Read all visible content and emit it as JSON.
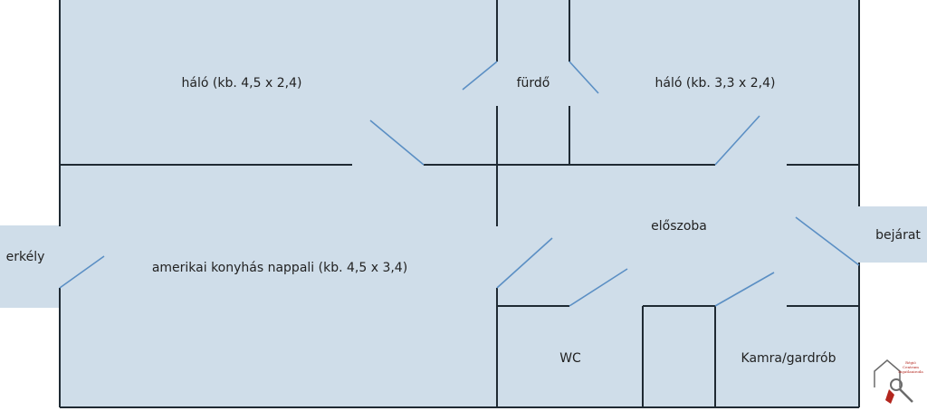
{
  "colors": {
    "floor": "#cfdde9",
    "wall": "#1f2a33",
    "door": "#5b8fc4",
    "background": "#ffffff",
    "logo_red": "#b3261e",
    "logo_gray": "#6b6b6b"
  },
  "rooms": {
    "halo_left": "háló (kb. 4,5 x 2,4)",
    "furdo": "fürdő",
    "halo_right": "háló (kb. 3,3 x 2,4)",
    "eloszoba": "előszoba",
    "nappali": "amerikai konyhás nappali (kb. 4,5 x 3,4)",
    "erkely": "erkély",
    "bejarat": "bejárat",
    "wc": "WC",
    "kamra": "Kamra/gardrób"
  },
  "logo": {
    "line1": "Régió",
    "line2": "Centrum",
    "line3": "Ingatlaniroda"
  },
  "icons": {
    "logo": "house-key-icon"
  }
}
